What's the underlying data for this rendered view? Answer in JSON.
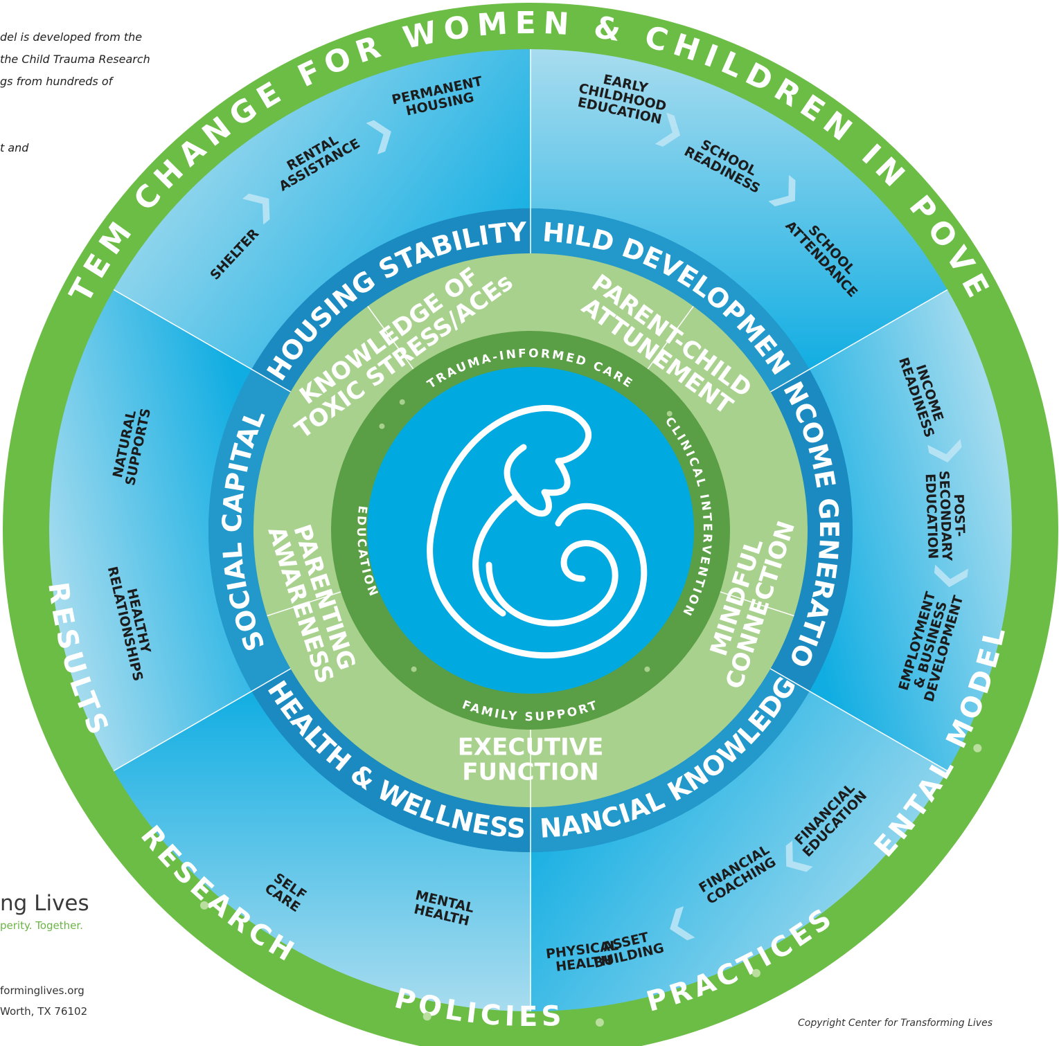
{
  "intro": {
    "lines": [
      "del is developed from the",
      "the Child Trauma Research",
      "gs from hundreds of",
      "t and"
    ]
  },
  "brand": {
    "name": "ng Lives",
    "tagline": "perity.  Together."
  },
  "contact": {
    "website": "forminglives.org",
    "address": "Worth, TX 76102"
  },
  "copyright": "Copyright Center for Transforming Lives",
  "outer_ring": {
    "top_label": "SYSTEM CHANGE FOR WOMEN & CHILDREN IN POVERTY",
    "results": "RESULTS",
    "research": "RESEARCH",
    "policies": "POLICIES",
    "practices": "PRACTICES",
    "mental_models": "MENTAL MODELS"
  },
  "domains": [
    {
      "id": "housing",
      "label": "HOUSING STABILITY",
      "steps": [
        {
          "lines": [
            "SHELTER"
          ]
        },
        {
          "lines": [
            "RENTAL",
            "ASSISTANCE"
          ]
        },
        {
          "lines": [
            "PERMANENT",
            "HOUSING"
          ]
        }
      ]
    },
    {
      "id": "child",
      "label": "CHILD DEVELOPMENT",
      "steps": [
        {
          "lines": [
            "EARLY",
            "CHILDHOOD",
            "EDUCATION"
          ]
        },
        {
          "lines": [
            "SCHOOL",
            "READINESS"
          ]
        },
        {
          "lines": [
            "SCHOOL",
            "ATTENDANCE"
          ]
        }
      ]
    },
    {
      "id": "income",
      "label": "INCOME GENERATION",
      "steps": [
        {
          "lines": [
            "INCOME",
            "READINESS"
          ]
        },
        {
          "lines": [
            "POST-",
            "SECONDARY",
            "EDUCATION"
          ]
        },
        {
          "lines": [
            "EMPLOYMENT",
            "& BUSINESS",
            "DEVELOPMENT"
          ]
        }
      ]
    },
    {
      "id": "financial",
      "label": "FINANCIAL KNOWLEDGE",
      "steps": [
        {
          "lines": [
            "FINANCIAL",
            "EDUCATION"
          ]
        },
        {
          "lines": [
            "FINANCIAL",
            "COACHING"
          ]
        },
        {
          "lines": [
            "ASSET",
            "BUILDING"
          ]
        }
      ]
    },
    {
      "id": "health",
      "label": "HEALTH & WELLNESS",
      "steps": [
        {
          "lines": [
            "SELF",
            "CARE"
          ]
        },
        {
          "lines": [
            "MENTAL",
            "HEALTH"
          ]
        },
        {
          "lines": [
            "PHYSICAL",
            "HEALTH"
          ]
        }
      ]
    },
    {
      "id": "social",
      "label": "SOCIAL CAPITAL",
      "steps": [
        {
          "lines": [
            "NATURAL",
            "SUPPORTS"
          ]
        },
        {
          "lines": [
            "HEALTHY",
            "RELATIONSHIPS"
          ]
        }
      ]
    }
  ],
  "competencies": [
    {
      "id": "toxic",
      "lines": [
        "KNOWLEDGE OF",
        "TOXIC STRESS/ACEs"
      ]
    },
    {
      "id": "attune",
      "lines": [
        "PARENT-CHILD",
        "ATTUNEMENT"
      ]
    },
    {
      "id": "mindful",
      "lines": [
        "MINDFUL",
        "CONNECTION"
      ]
    },
    {
      "id": "exec",
      "lines": [
        "EXECUTIVE",
        "FUNCTION"
      ]
    },
    {
      "id": "parenting",
      "lines": [
        "PARENTING",
        "AWARENESS"
      ]
    }
  ],
  "core_ring": {
    "top": "TRAUMA-INFORMED CARE",
    "right": "CLINICAL INTERVENTION",
    "bottom": "FAMILY SUPPORT",
    "left": "EDUCATION"
  },
  "colors": {
    "outer_green": "#6cbd45",
    "competency_green": "#a9d18e",
    "core_green": "#5a9e45",
    "center_blue": "#00a9e0",
    "band_dark": "#1a8ec1",
    "band_mid": "#2da3d6"
  },
  "center": {
    "icon": "mother-and-child-icon"
  }
}
